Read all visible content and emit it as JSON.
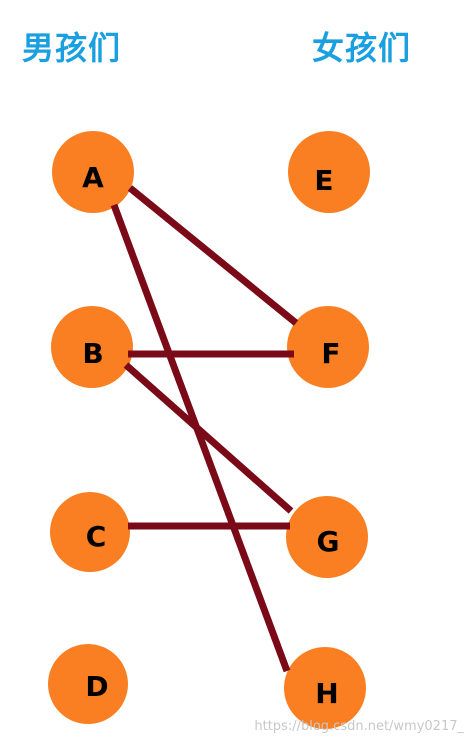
{
  "titles": {
    "boys": "男孩们",
    "girls": "女孩们"
  },
  "colors": {
    "title": "#1a9fe0",
    "node_fill": "#f97f22",
    "node_text": "#000000",
    "edge": "#7a0a18",
    "background": "#ffffff"
  },
  "nodes": {
    "boys": [
      "A",
      "B",
      "C",
      "D"
    ],
    "girls": [
      "E",
      "F",
      "G",
      "H"
    ]
  },
  "edges": [
    {
      "from": "A",
      "to": "F"
    },
    {
      "from": "A",
      "to": "H"
    },
    {
      "from": "B",
      "to": "F"
    },
    {
      "from": "B",
      "to": "G"
    },
    {
      "from": "C",
      "to": "G"
    }
  ],
  "watermark": "https://blog.csdn.net/wmy0217_"
}
